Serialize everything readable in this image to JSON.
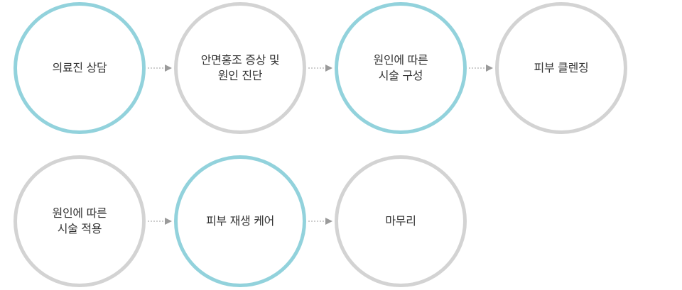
{
  "steps": [
    {
      "label": "의료진 상담",
      "highlight": true
    },
    {
      "label": "안면홍조 증상 및\n원인 진단",
      "highlight": false
    },
    {
      "label": "원인에 따른\n시술 구성",
      "highlight": true
    },
    {
      "label": "피부 클렌징",
      "highlight": false
    },
    {
      "label": "원인에 따른\n시술 적용",
      "highlight": false
    },
    {
      "label": "피부 재생 케어",
      "highlight": true
    },
    {
      "label": "마무리",
      "highlight": false
    }
  ],
  "colors": {
    "highlight_border": "#92d2dc",
    "default_border": "#d3d3d3",
    "arrow": "#9a9a9a",
    "text": "#333333"
  }
}
